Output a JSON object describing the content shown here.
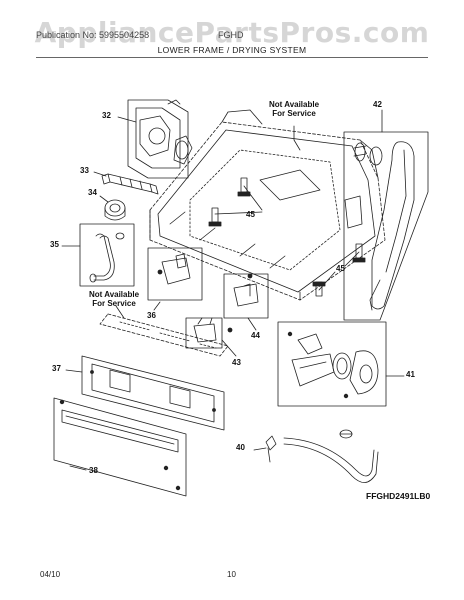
{
  "header": {
    "watermark": "AppliancePartsPros.com",
    "publication": "Publication No: 5995504258",
    "model_prefix": "FGHD",
    "section_title": "LOWER FRAME / DRYING SYSTEM"
  },
  "notes": [
    {
      "id": "note-top",
      "line1": "Not Available",
      "line2": "For Service"
    },
    {
      "id": "note-left",
      "line1": "Not Available",
      "line2": "For Service"
    }
  ],
  "callouts": [
    "32",
    "33",
    "34",
    "35",
    "36",
    "37",
    "38",
    "40",
    "41",
    "42",
    "43",
    "44",
    "45",
    "45"
  ],
  "model_code": "FFGHD2491LB0",
  "footer": {
    "date": "04/10",
    "page": "10"
  },
  "colors": {
    "line": "#222222",
    "watermark": "#b4b4b4"
  }
}
